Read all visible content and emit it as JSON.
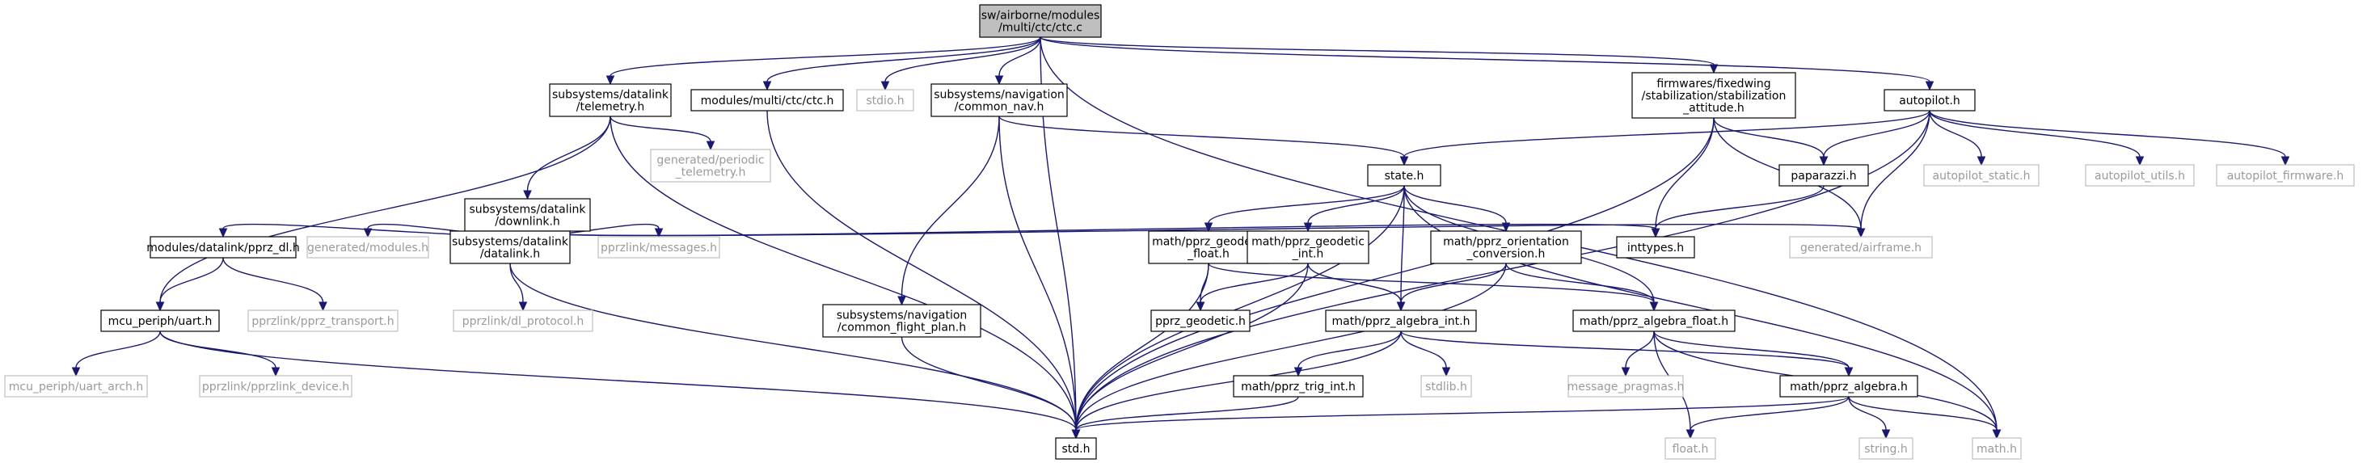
{
  "graph": {
    "colors": {
      "root_fill": "#bfbfbf",
      "node_stroke": "#000000",
      "missing_stroke": "#bfbfbf",
      "text": "#000000",
      "missing_text": "#9a9a9a",
      "edge": "#191970"
    },
    "nodes": [
      {
        "id": "ctc_c",
        "lines": [
          "sw/airborne/modules",
          "/multi/ctc/ctc.c"
        ],
        "kind": "root"
      },
      {
        "id": "telemetry_h",
        "lines": [
          "subsystems/datalink",
          "/telemetry.h"
        ],
        "kind": "normal"
      },
      {
        "id": "ctc_h",
        "lines": [
          "modules/multi/ctc/ctc.h"
        ],
        "kind": "normal"
      },
      {
        "id": "stdio_h",
        "lines": [
          "stdio.h"
        ],
        "kind": "missing"
      },
      {
        "id": "common_nav_h",
        "lines": [
          "subsystems/navigation",
          "/common_nav.h"
        ],
        "kind": "normal"
      },
      {
        "id": "stabilization_h",
        "lines": [
          "firmwares/fixedwing",
          "/stabilization/stabilization",
          "_attitude.h"
        ],
        "kind": "normal"
      },
      {
        "id": "autopilot_h",
        "lines": [
          "autopilot.h"
        ],
        "kind": "normal"
      },
      {
        "id": "periodic_telemetry_h",
        "lines": [
          "generated/periodic",
          "_telemetry.h"
        ],
        "kind": "missing"
      },
      {
        "id": "downlink_h",
        "lines": [
          "subsystems/datalink",
          "/downlink.h"
        ],
        "kind": "normal"
      },
      {
        "id": "state_h",
        "lines": [
          "state.h"
        ],
        "kind": "normal"
      },
      {
        "id": "paparazzi_h",
        "lines": [
          "paparazzi.h"
        ],
        "kind": "normal"
      },
      {
        "id": "autopilot_static_h",
        "lines": [
          "autopilot_static.h"
        ],
        "kind": "missing"
      },
      {
        "id": "autopilot_utils_h",
        "lines": [
          "autopilot_utils.h"
        ],
        "kind": "missing"
      },
      {
        "id": "autopilot_firmware_h",
        "lines": [
          "autopilot_firmware.h"
        ],
        "kind": "missing"
      },
      {
        "id": "pprz_dl_h",
        "lines": [
          "modules/datalink/pprz_dl.h"
        ],
        "kind": "normal"
      },
      {
        "id": "gen_modules_h",
        "lines": [
          "generated/modules.h"
        ],
        "kind": "missing"
      },
      {
        "id": "datalink_h",
        "lines": [
          "subsystems/datalink",
          "/datalink.h"
        ],
        "kind": "normal"
      },
      {
        "id": "messages_h",
        "lines": [
          "pprzlink/messages.h"
        ],
        "kind": "missing"
      },
      {
        "id": "inttypes_h",
        "lines": [
          "inttypes.h"
        ],
        "kind": "normal"
      },
      {
        "id": "airframe_h",
        "lines": [
          "generated/airframe.h"
        ],
        "kind": "missing"
      },
      {
        "id": "geodetic_float_h",
        "lines": [
          "math/pprz_geodetic",
          "_float.h"
        ],
        "kind": "normal"
      },
      {
        "id": "geodetic_int_h",
        "lines": [
          "math/pprz_geodetic",
          "_int.h"
        ],
        "kind": "normal"
      },
      {
        "id": "orientation_h",
        "lines": [
          "math/pprz_orientation",
          "_conversion.h"
        ],
        "kind": "normal"
      },
      {
        "id": "uart_h",
        "lines": [
          "mcu_periph/uart.h"
        ],
        "kind": "normal"
      },
      {
        "id": "pprz_transport_h",
        "lines": [
          "pprzlink/pprz_transport.h"
        ],
        "kind": "missing"
      },
      {
        "id": "dl_protocol_h",
        "lines": [
          "pprzlink/dl_protocol.h"
        ],
        "kind": "missing"
      },
      {
        "id": "common_flight_plan_h",
        "lines": [
          "subsystems/navigation",
          "/common_flight_plan.h"
        ],
        "kind": "normal"
      },
      {
        "id": "pprz_geodetic_h",
        "lines": [
          "pprz_geodetic.h"
        ],
        "kind": "normal"
      },
      {
        "id": "algebra_int_h",
        "lines": [
          "math/pprz_algebra_int.h"
        ],
        "kind": "normal"
      },
      {
        "id": "algebra_float_h",
        "lines": [
          "math/pprz_algebra_float.h"
        ],
        "kind": "normal"
      },
      {
        "id": "trig_int_h",
        "lines": [
          "math/pprz_trig_int.h"
        ],
        "kind": "normal"
      },
      {
        "id": "stdlib_h",
        "lines": [
          "stdlib.h"
        ],
        "kind": "missing"
      },
      {
        "id": "message_pragmas_h",
        "lines": [
          "message_pragmas.h"
        ],
        "kind": "missing"
      },
      {
        "id": "pprz_algebra_h",
        "lines": [
          "math/pprz_algebra.h"
        ],
        "kind": "normal"
      },
      {
        "id": "uart_arch_h",
        "lines": [
          "mcu_periph/uart_arch.h"
        ],
        "kind": "missing"
      },
      {
        "id": "pprzlink_device_h",
        "lines": [
          "pprzlink/pprzlink_device.h"
        ],
        "kind": "missing"
      },
      {
        "id": "std_h",
        "lines": [
          "std.h"
        ],
        "kind": "normal"
      },
      {
        "id": "float_h",
        "lines": [
          "float.h"
        ],
        "kind": "missing"
      },
      {
        "id": "string_h",
        "lines": [
          "string.h"
        ],
        "kind": "missing"
      },
      {
        "id": "math_h",
        "lines": [
          "math.h"
        ],
        "kind": "missing"
      }
    ],
    "edges": [
      [
        "ctc_c",
        "telemetry_h"
      ],
      [
        "ctc_c",
        "ctc_h"
      ],
      [
        "ctc_c",
        "stdio_h"
      ],
      [
        "ctc_c",
        "common_nav_h"
      ],
      [
        "ctc_c",
        "stabilization_h"
      ],
      [
        "ctc_c",
        "autopilot_h"
      ],
      [
        "ctc_c",
        "std_h"
      ],
      [
        "ctc_c",
        "math_h"
      ],
      [
        "telemetry_h",
        "periodic_telemetry_h"
      ],
      [
        "telemetry_h",
        "downlink_h"
      ],
      [
        "telemetry_h",
        "uart_h"
      ],
      [
        "telemetry_h",
        "std_h"
      ],
      [
        "ctc_h",
        "std_h"
      ],
      [
        "common_nav_h",
        "state_h"
      ],
      [
        "common_nav_h",
        "common_flight_plan_h"
      ],
      [
        "common_nav_h",
        "std_h"
      ],
      [
        "stabilization_h",
        "paparazzi_h"
      ],
      [
        "stabilization_h",
        "inttypes_h"
      ],
      [
        "stabilization_h",
        "airframe_h"
      ],
      [
        "stabilization_h",
        "std_h"
      ],
      [
        "autopilot_h",
        "state_h"
      ],
      [
        "autopilot_h",
        "paparazzi_h"
      ],
      [
        "autopilot_h",
        "autopilot_static_h"
      ],
      [
        "autopilot_h",
        "autopilot_utils_h"
      ],
      [
        "autopilot_h",
        "autopilot_firmware_h"
      ],
      [
        "autopilot_h",
        "airframe_h"
      ],
      [
        "autopilot_h",
        "std_h"
      ],
      [
        "downlink_h",
        "pprz_dl_h"
      ],
      [
        "downlink_h",
        "gen_modules_h"
      ],
      [
        "downlink_h",
        "datalink_h"
      ],
      [
        "downlink_h",
        "messages_h"
      ],
      [
        "downlink_h",
        "inttypes_h"
      ],
      [
        "downlink_h",
        "airframe_h"
      ],
      [
        "pprz_dl_h",
        "uart_h"
      ],
      [
        "pprz_dl_h",
        "pprz_transport_h"
      ],
      [
        "datalink_h",
        "dl_protocol_h"
      ],
      [
        "datalink_h",
        "std_h"
      ],
      [
        "uart_h",
        "uart_arch_h"
      ],
      [
        "uart_h",
        "pprzlink_device_h"
      ],
      [
        "uart_h",
        "std_h"
      ],
      [
        "state_h",
        "geodetic_float_h"
      ],
      [
        "state_h",
        "geodetic_int_h"
      ],
      [
        "state_h",
        "orientation_h"
      ],
      [
        "state_h",
        "algebra_int_h"
      ],
      [
        "state_h",
        "algebra_float_h"
      ],
      [
        "state_h",
        "std_h"
      ],
      [
        "state_h",
        "math_h"
      ],
      [
        "paparazzi_h",
        "inttypes_h"
      ],
      [
        "geodetic_float_h",
        "pprz_geodetic_h"
      ],
      [
        "geodetic_float_h",
        "algebra_float_h"
      ],
      [
        "geodetic_float_h",
        "std_h"
      ],
      [
        "geodetic_int_h",
        "pprz_geodetic_h"
      ],
      [
        "geodetic_int_h",
        "algebra_int_h"
      ],
      [
        "geodetic_int_h",
        "std_h"
      ],
      [
        "orientation_h",
        "algebra_int_h"
      ],
      [
        "orientation_h",
        "algebra_float_h"
      ],
      [
        "orientation_h",
        "std_h"
      ],
      [
        "common_flight_plan_h",
        "std_h"
      ],
      [
        "algebra_int_h",
        "trig_int_h"
      ],
      [
        "algebra_int_h",
        "stdlib_h"
      ],
      [
        "algebra_int_h",
        "pprz_algebra_h"
      ],
      [
        "algebra_int_h",
        "std_h"
      ],
      [
        "algebra_float_h",
        "message_pragmas_h"
      ],
      [
        "algebra_float_h",
        "pprz_algebra_h"
      ],
      [
        "algebra_float_h",
        "float_h"
      ],
      [
        "algebra_float_h",
        "math_h"
      ],
      [
        "trig_int_h",
        "std_h"
      ],
      [
        "pprz_algebra_h",
        "std_h"
      ],
      [
        "pprz_algebra_h",
        "float_h"
      ],
      [
        "pprz_algebra_h",
        "string_h"
      ],
      [
        "pprz_algebra_h",
        "math_h"
      ]
    ]
  }
}
